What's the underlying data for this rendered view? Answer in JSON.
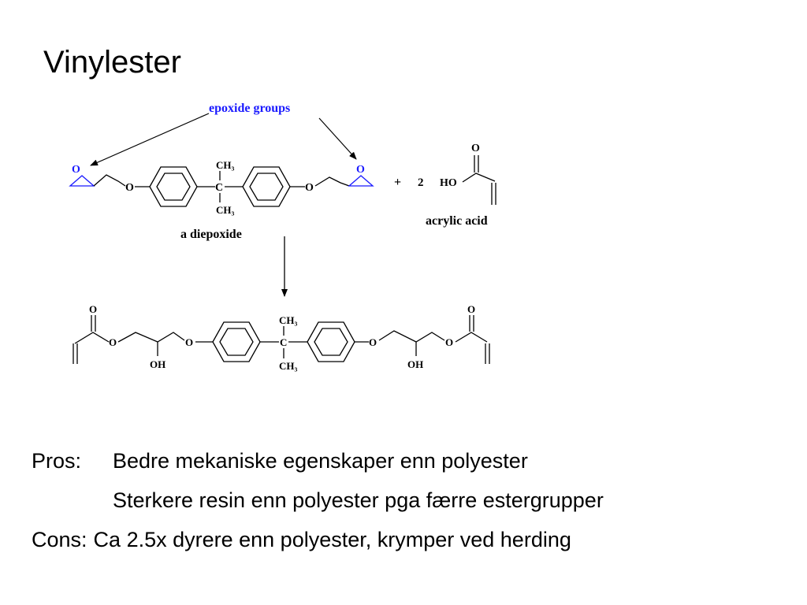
{
  "slide": {
    "title": "Vinylester"
  },
  "diagram": {
    "epoxide_label": "epoxide groups",
    "diepoxide_label": "a diepoxide",
    "acrylic_label": "acrylic acid",
    "plus": "+",
    "coefficient": "2",
    "atom_O": "O",
    "group_HO": "HO",
    "group_OH": "OH",
    "group_C": "C",
    "group_CH3": "CH₃",
    "colors": {
      "epoxide": "#1a1aff",
      "structure": "#000000"
    }
  },
  "bullets": {
    "pros_label": "Pros:",
    "pros_1": "Bedre mekaniske egenskaper enn polyester",
    "pros_2": "Sterkere resin enn polyester pga færre estergrupper",
    "cons_label": "Cons:",
    "cons_1": "Ca 2.5x dyrere enn polyester, krymper ved herding"
  }
}
